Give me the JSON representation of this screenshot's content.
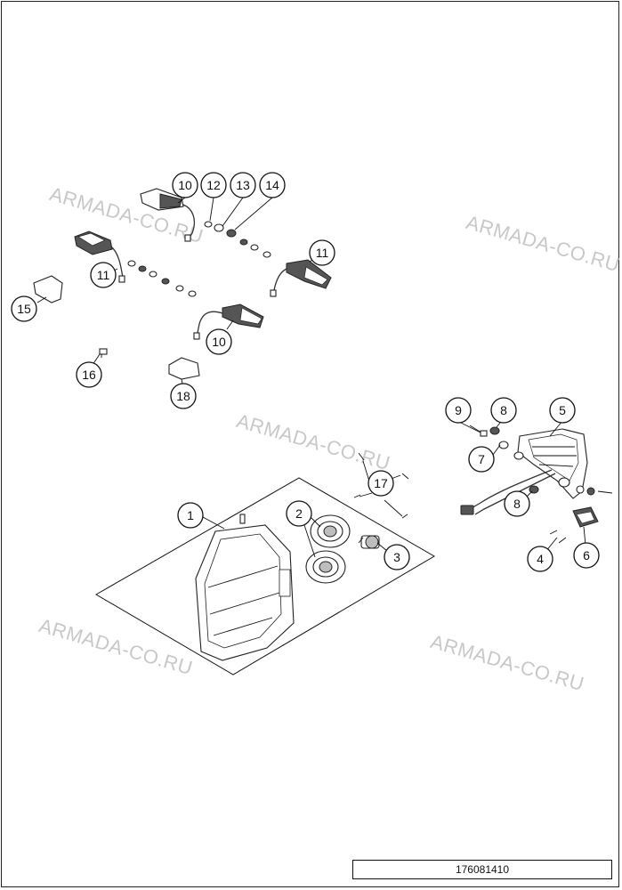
{
  "watermarks": [
    "ARMADA-CO.RU",
    "ARMADA-CO.RU",
    "ARMADA-CO.RU",
    "ARMADA-CO.RU",
    "ARMADA-CO.RU"
  ],
  "callouts": [
    "1",
    "2",
    "3",
    "4",
    "5",
    "6",
    "7",
    "8",
    "8",
    "9",
    "10",
    "10",
    "11",
    "11",
    "12",
    "13",
    "14",
    "15",
    "16",
    "17",
    "18"
  ],
  "drawing_number": "176081410"
}
